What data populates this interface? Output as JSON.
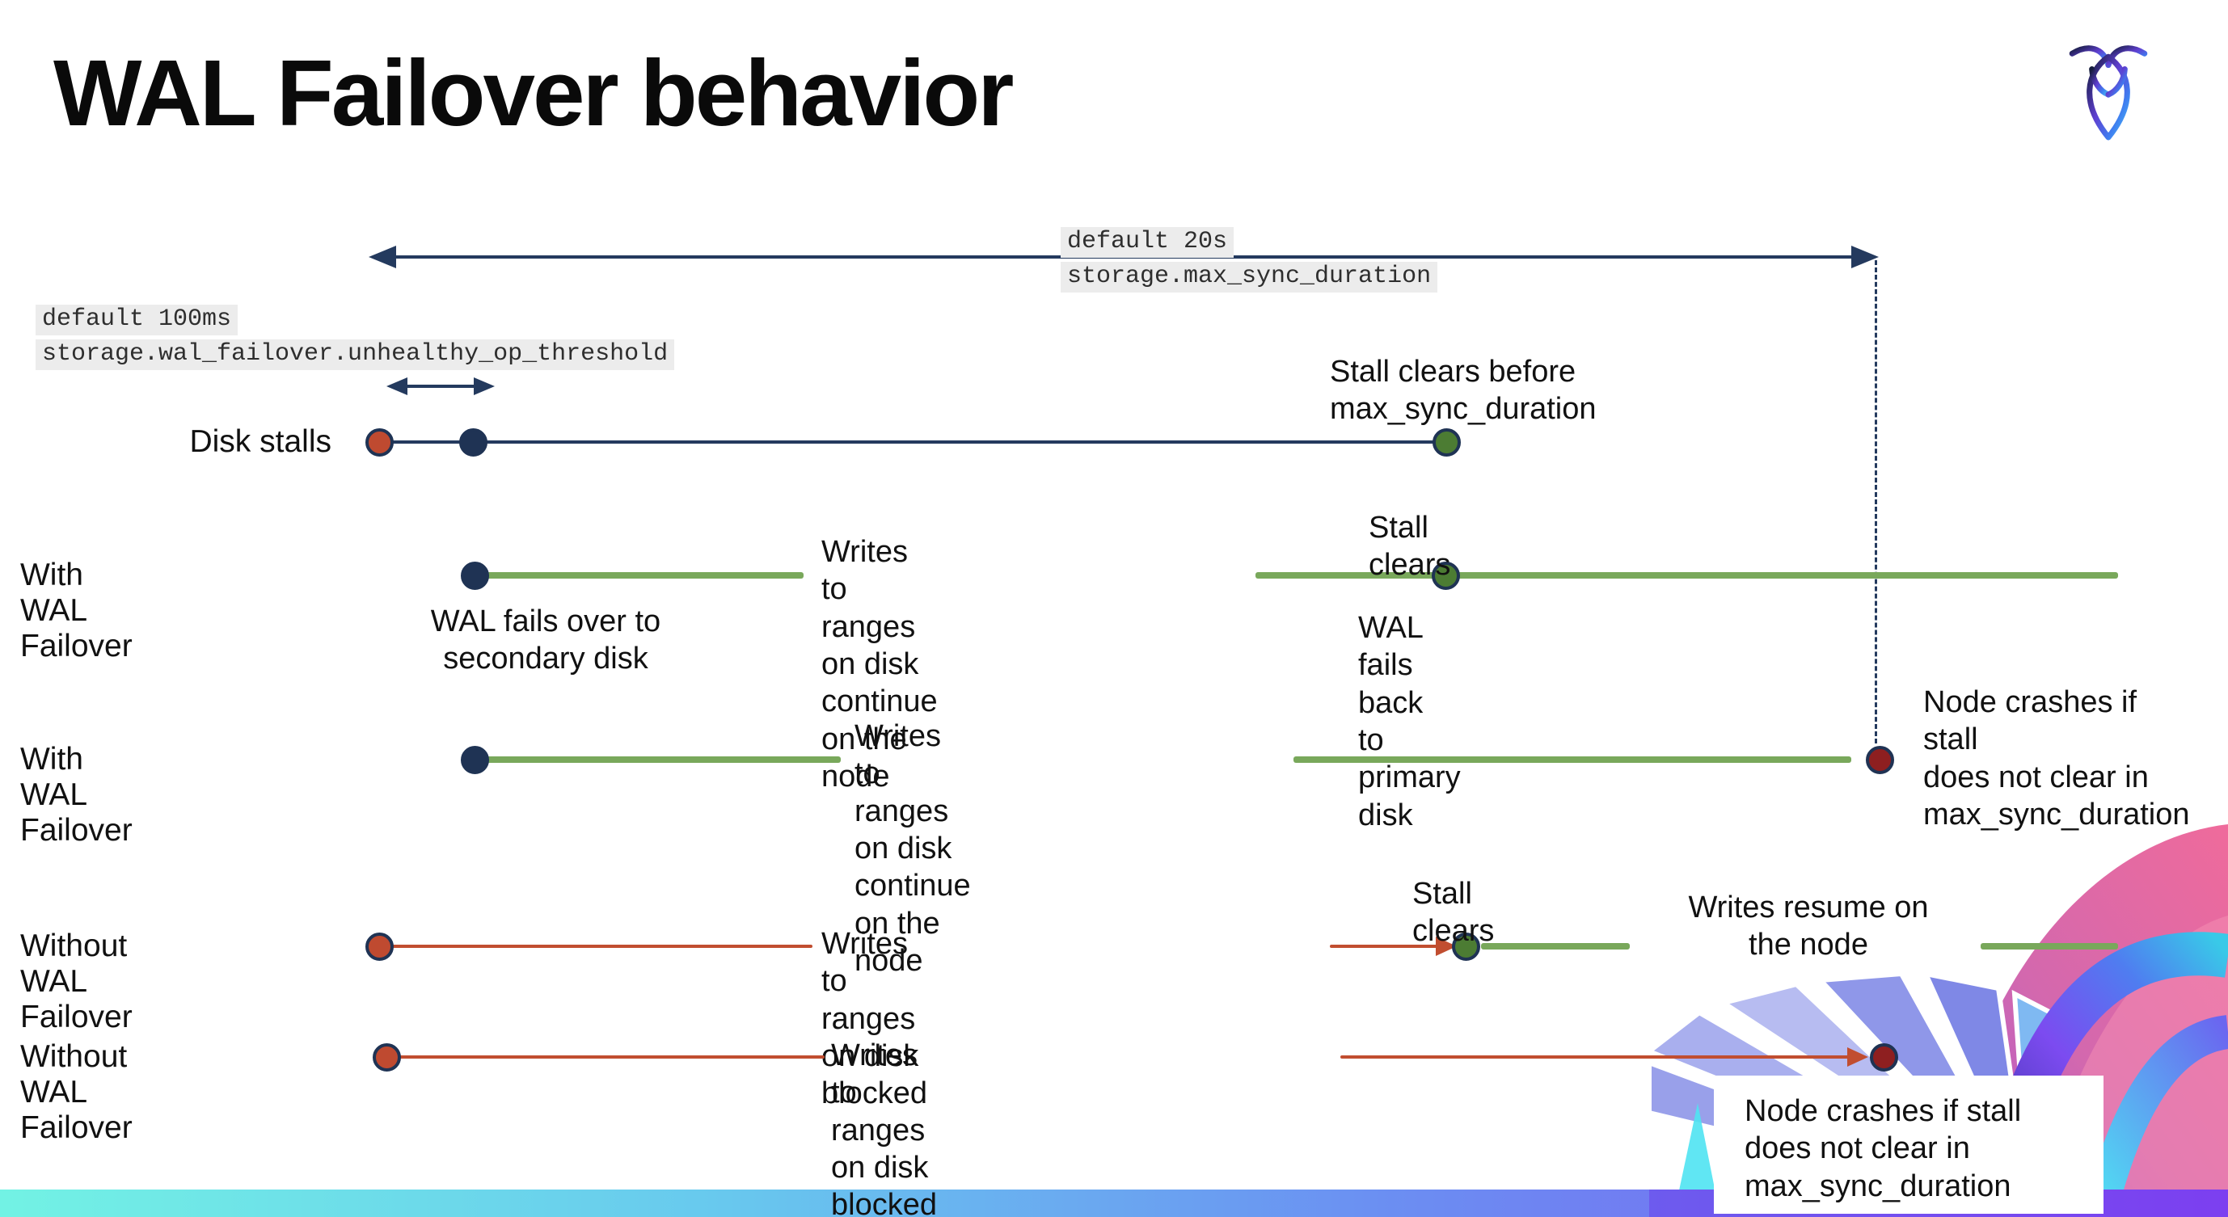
{
  "title": "WAL Failover behavior",
  "logo": {
    "name": "cockroachdb-mark"
  },
  "config_labels": {
    "max_sync": {
      "default": "default 20s",
      "setting": "storage.max_sync_duration"
    },
    "unhealthy_op": {
      "default": "default 100ms",
      "setting": "storage.wal_failover.unhealthy_op_threshold"
    }
  },
  "rows": {
    "disk_stalls": {
      "label": "Disk stalls",
      "stall_clears_note": "Stall clears before\nmax_sync_duration"
    },
    "with_wal_1": {
      "label": "With WAL Failover",
      "failover_note": "WAL fails over to\nsecondary disk",
      "writes_note": "Writes to ranges on disk\ncontinue on the node",
      "stall_clears": "Stall clears",
      "failback_note": "WAL fails  back\nto primary disk"
    },
    "with_wal_2": {
      "label": "With WAL Failover",
      "writes_note": "Writes to ranges on disk\ncontinue on the node",
      "crash_note": "Node crashes if stall\ndoes not clear in\nmax_sync_duration"
    },
    "without_wal_1": {
      "label": "Without WAL Failover",
      "blocked_note": "Writes to ranges on disk  blocked",
      "stall_clears": "Stall clears",
      "resume_note": "Writes resume on\nthe node"
    },
    "without_wal_2": {
      "label": "Without WAL Failover",
      "blocked_note": "Writes to ranges on disk  blocked",
      "crash_note": "Node crashes if stall\ndoes not clear in\nmax_sync_duration"
    }
  },
  "colors": {
    "navy": "#243a5e",
    "dot_border": "#1f3354",
    "green_line": "#79a85b",
    "green_dot": "#4c7c33",
    "red_line": "#c14e30",
    "red_dot": "#bf4a30",
    "dark_red_dot": "#8e1f20",
    "label_bg": "#ececec",
    "text": "#111111",
    "bar_aqua": "#72f2e4",
    "bar_sky": "#68c9ee",
    "bar_blue": "#6b8ff2",
    "bar_violet": "#7c55f0"
  }
}
